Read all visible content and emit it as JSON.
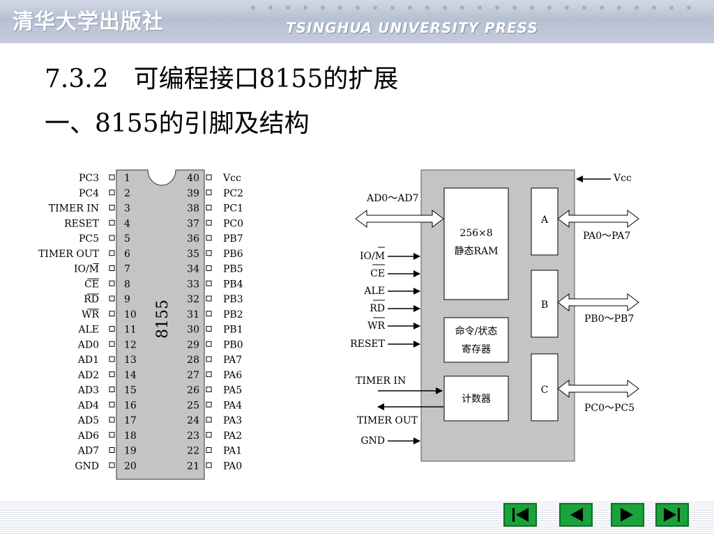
{
  "header": {
    "logo_text": "清华大学出版社",
    "press_text": "TSINGHUA UNIVERSITY PRESS"
  },
  "title": {
    "line1": "7.3.2　可编程接口8155的扩展",
    "line2": "一、8155的引脚及结构"
  },
  "pinout": {
    "chip_label": "8155",
    "left_pins": [
      {
        "num": "1",
        "name": "PC3"
      },
      {
        "num": "2",
        "name": "PC4"
      },
      {
        "num": "3",
        "name": "TIMER IN"
      },
      {
        "num": "4",
        "name": "RESET"
      },
      {
        "num": "5",
        "name": "PC5"
      },
      {
        "num": "6",
        "name": "TIMER OUT"
      },
      {
        "num": "7",
        "name": "IO/M",
        "overline": "M"
      },
      {
        "num": "8",
        "name": "CE",
        "overline": "CE"
      },
      {
        "num": "9",
        "name": "RD",
        "overline": "RD"
      },
      {
        "num": "10",
        "name": "WR",
        "overline": "WR"
      },
      {
        "num": "11",
        "name": "ALE"
      },
      {
        "num": "12",
        "name": "AD0"
      },
      {
        "num": "13",
        "name": "AD1"
      },
      {
        "num": "14",
        "name": "AD2"
      },
      {
        "num": "15",
        "name": "AD3"
      },
      {
        "num": "16",
        "name": "AD4"
      },
      {
        "num": "17",
        "name": "AD5"
      },
      {
        "num": "18",
        "name": "AD6"
      },
      {
        "num": "19",
        "name": "AD7"
      },
      {
        "num": "20",
        "name": "GND"
      }
    ],
    "right_pins": [
      {
        "num": "40",
        "name": "Vcc"
      },
      {
        "num": "39",
        "name": "PC2"
      },
      {
        "num": "38",
        "name": "PC1"
      },
      {
        "num": "37",
        "name": "PC0"
      },
      {
        "num": "36",
        "name": "PB7"
      },
      {
        "num": "35",
        "name": "PB6"
      },
      {
        "num": "34",
        "name": "PB5"
      },
      {
        "num": "33",
        "name": "PB4"
      },
      {
        "num": "32",
        "name": "PB3"
      },
      {
        "num": "31",
        "name": "PB2"
      },
      {
        "num": "30",
        "name": "PB1"
      },
      {
        "num": "29",
        "name": "PB0"
      },
      {
        "num": "28",
        "name": "PA7"
      },
      {
        "num": "27",
        "name": "PA6"
      },
      {
        "num": "26",
        "name": "PA5"
      },
      {
        "num": "25",
        "name": "PA4"
      },
      {
        "num": "24",
        "name": "PA3"
      },
      {
        "num": "23",
        "name": "PA2"
      },
      {
        "num": "22",
        "name": "PA1"
      },
      {
        "num": "21",
        "name": "PA0"
      }
    ]
  },
  "block": {
    "vcc": "Vcc",
    "ad_bus": "AD0～AD7",
    "ram_line1": "256×8",
    "ram_line2": "静态RAM",
    "cmd_line1": "命令/状态",
    "cmd_line2": "寄存器",
    "counter": "计数器",
    "port_a": "A",
    "port_b": "B",
    "port_c": "C",
    "pa_label": "PA0～PA7",
    "pb_label": "PB0～PB7",
    "pc_label": "PC0～PC5",
    "io_m": "IO/M",
    "ce": "CE",
    "ale": "ALE",
    "rd": "RD",
    "wr": "WR",
    "reset": "RESET",
    "timer_in": "TIMER IN",
    "timer_out": "TIMER OUT",
    "gnd": "GND"
  },
  "nav": {
    "first_icon": "first-page-icon",
    "prev_icon": "previous-page-icon",
    "next_icon": "next-page-icon",
    "last_icon": "last-page-icon",
    "button_color": "#1aa33a"
  }
}
